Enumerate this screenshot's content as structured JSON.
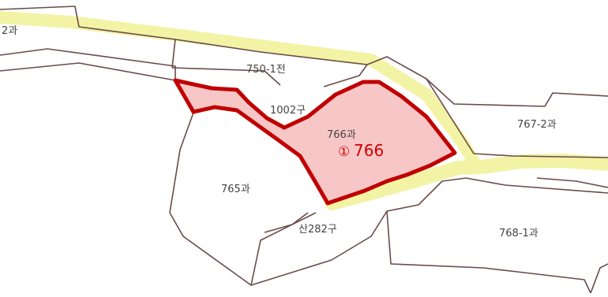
{
  "labels": {
    "parcel_742": "2과",
    "parcel_750_1": "750-1전",
    "parcel_1002": "1002구",
    "parcel_766": "766과",
    "parcel_765": "765과",
    "parcel_767_2": "767-2과",
    "parcel_768_1": "768-1과",
    "parcel_282": "산282구"
  },
  "marker": {
    "symbol": "①",
    "text": "766"
  },
  "colors": {
    "road": "#f3f3a6",
    "highlight_stroke": "#c00000",
    "highlight_fill": "#f7c6c6",
    "parcel_line": "#6b4a4a",
    "marker_text": "#d40000"
  }
}
